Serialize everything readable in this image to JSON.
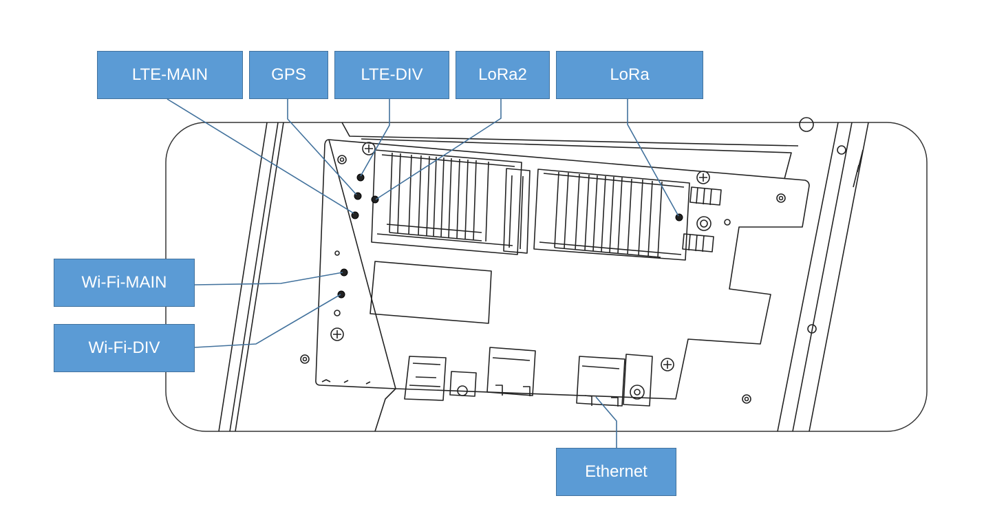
{
  "labels": {
    "lte_main": "LTE-MAIN",
    "gps": "GPS",
    "lte_div": "LTE-DIV",
    "lora2": "LoRa2",
    "lora": "LoRa",
    "wifi_main": "Wi-Fi-MAIN",
    "wifi_div": "Wi-Fi-DIV",
    "ethernet": "Ethernet"
  },
  "colors": {
    "label_fill": "#5b9bd5",
    "label_border": "#41719c",
    "label_text": "#ffffff",
    "leader_line": "#41719c",
    "drawing_line": "#222222"
  }
}
